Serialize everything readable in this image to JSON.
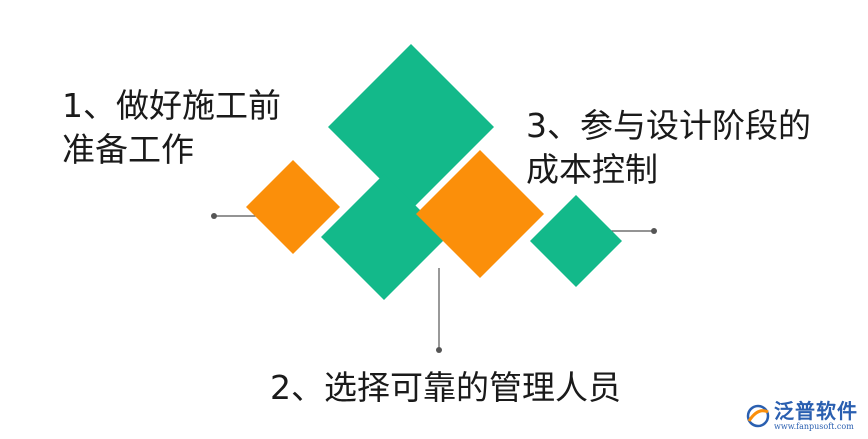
{
  "labels": {
    "step1_line1": "1、做好施工前",
    "step1_line2": "准备工作",
    "step2": "2、选择可靠的管理人员",
    "step3_line1": "3、参与设计阶段的",
    "step3_line2": "成本控制"
  },
  "logo": {
    "name": "泛普软件",
    "url": "www.fanpusoft.com"
  },
  "colors": {
    "green": "#13b98a",
    "orange": "#fb8f0a",
    "connector": "#555555"
  }
}
